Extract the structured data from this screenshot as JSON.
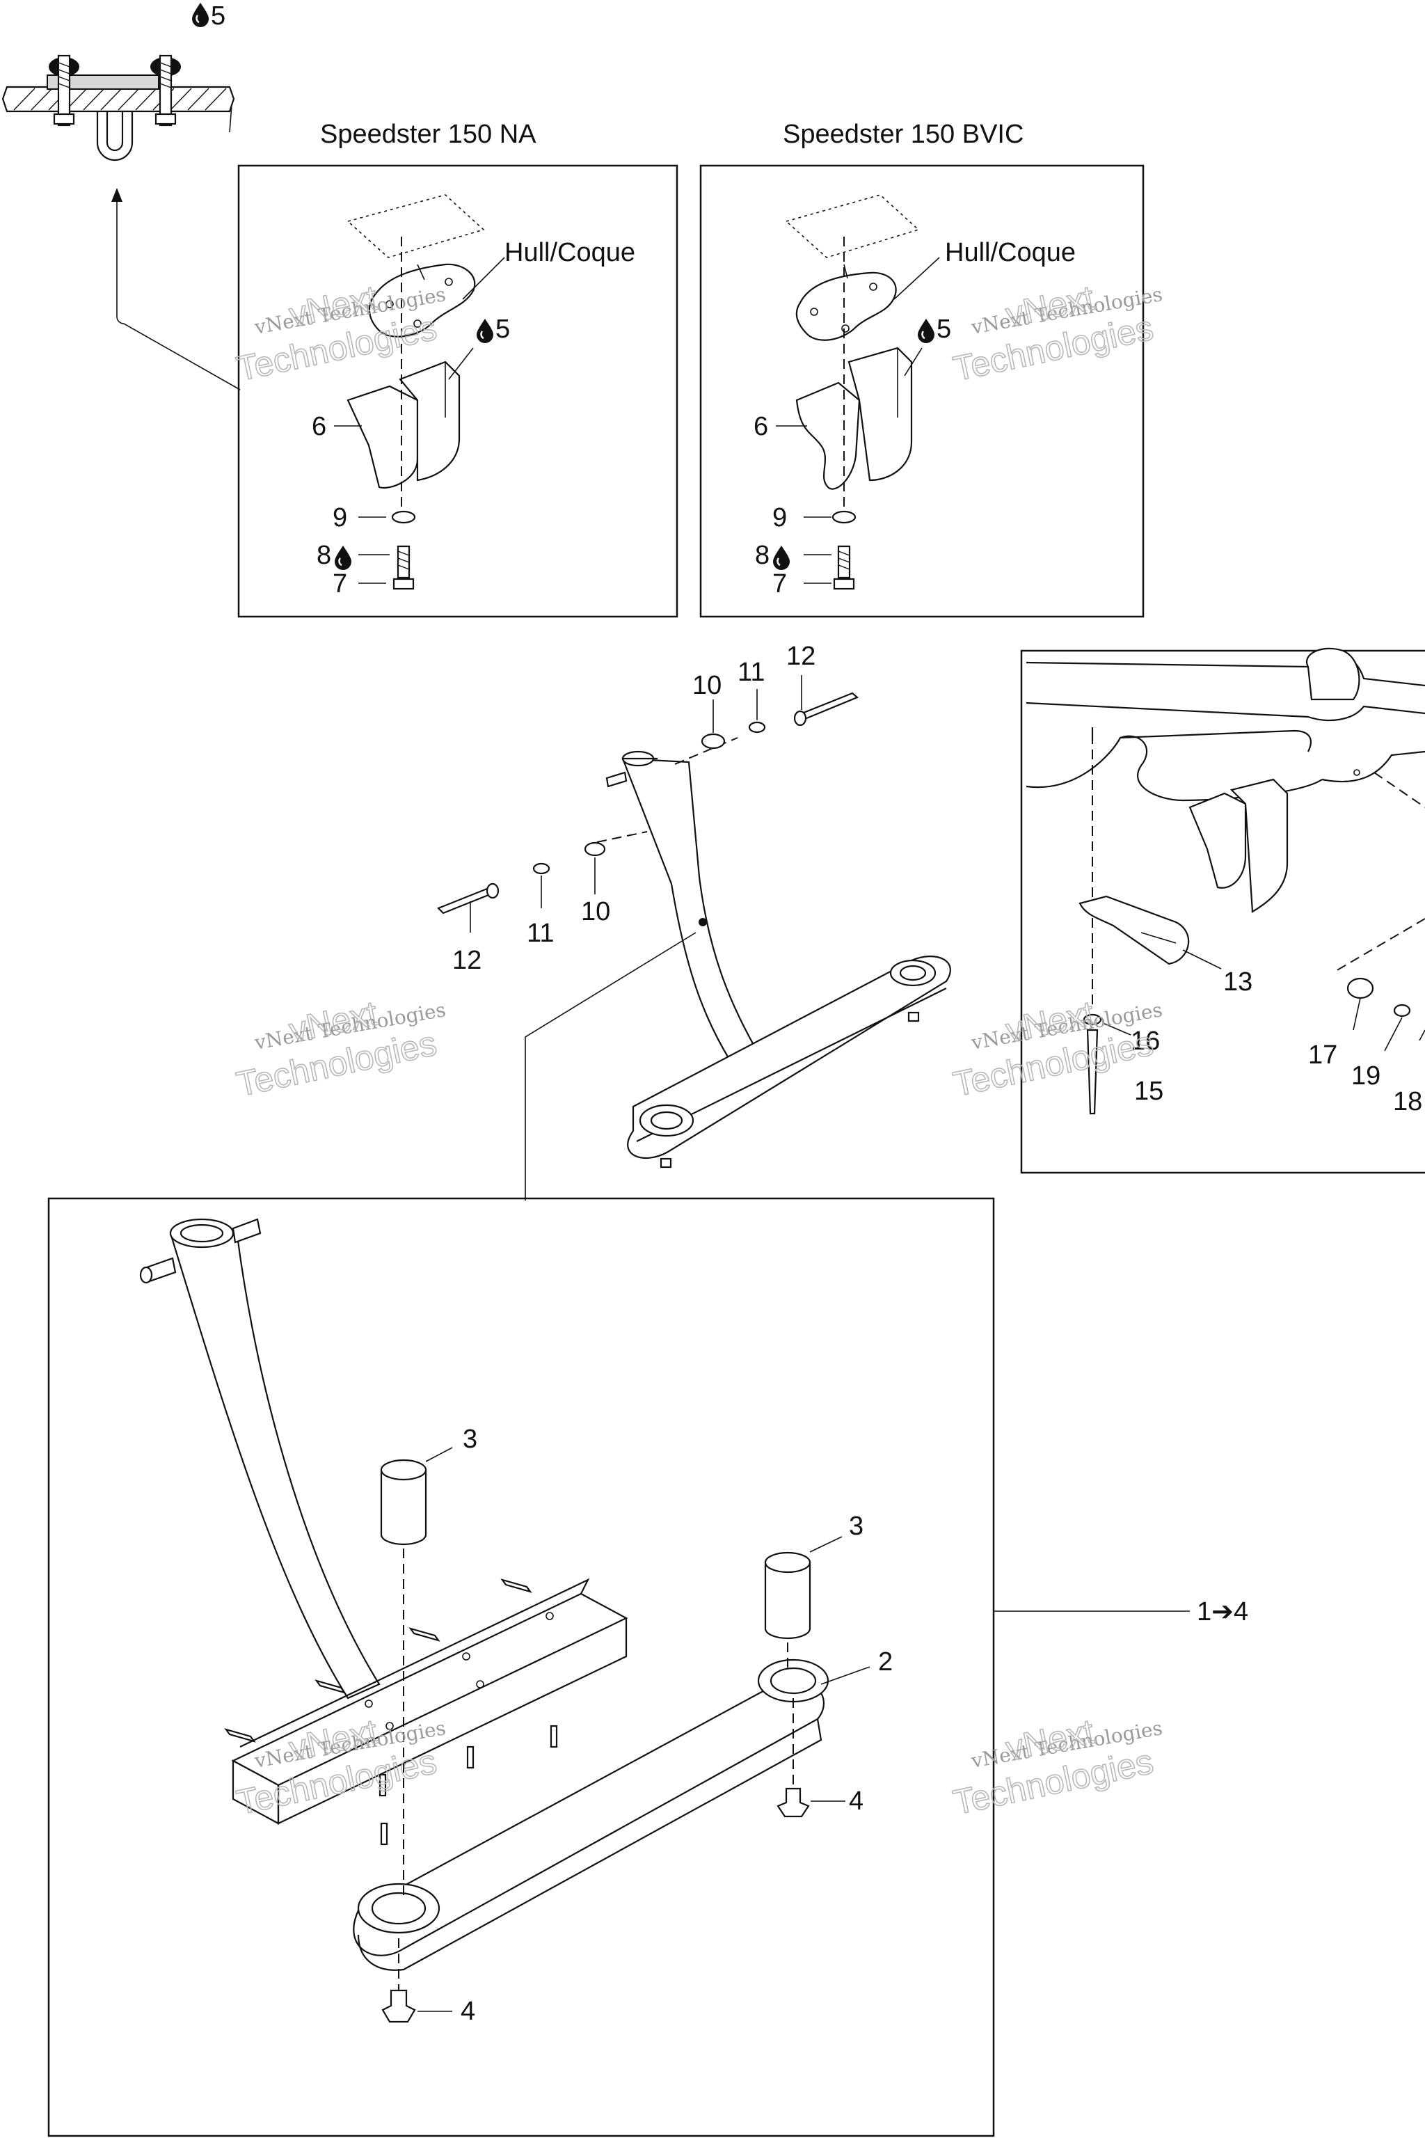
{
  "titles": {
    "na": "Speedster 150 NA",
    "bvic": "Speedster 150 BVIC"
  },
  "hull_label": "Hull/Coque",
  "watermark": {
    "line1": "vNext Technologies",
    "line2": "vNext",
    "line3": "Technologies"
  },
  "callouts": {
    "c1_4": "1➔4",
    "c2": "2",
    "c3": "3",
    "c4": "4",
    "c5": "5",
    "c6": "6",
    "c7": "7",
    "c8": "8",
    "c9": "9",
    "c10": "10",
    "c11": "11",
    "c12": "12",
    "c13": "13",
    "c15": "15",
    "c16": "16",
    "c17": "17",
    "c18": "18",
    "c19": "19"
  },
  "icons": {
    "sealant": "drop-icon"
  }
}
